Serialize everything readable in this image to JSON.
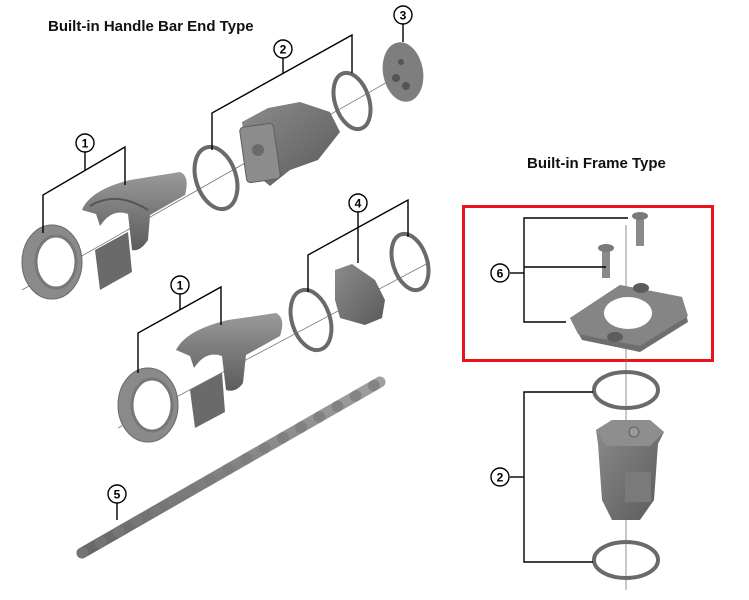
{
  "sections": {
    "handlebar": {
      "title": "Built-in Handle Bar End Type"
    },
    "frame": {
      "title": "Built-in Frame Type"
    }
  },
  "callouts": {
    "c1a": "1",
    "c2a": "2",
    "c3": "3",
    "c1b": "1",
    "c4": "4",
    "c5": "5",
    "c6": "6",
    "c2b": "2"
  },
  "colors": {
    "highlight": "#e8141c",
    "part_dark": "#6e6e6e",
    "part_mid": "#8a8a8a",
    "part_light": "#a9a9a9",
    "line": "#000000"
  }
}
